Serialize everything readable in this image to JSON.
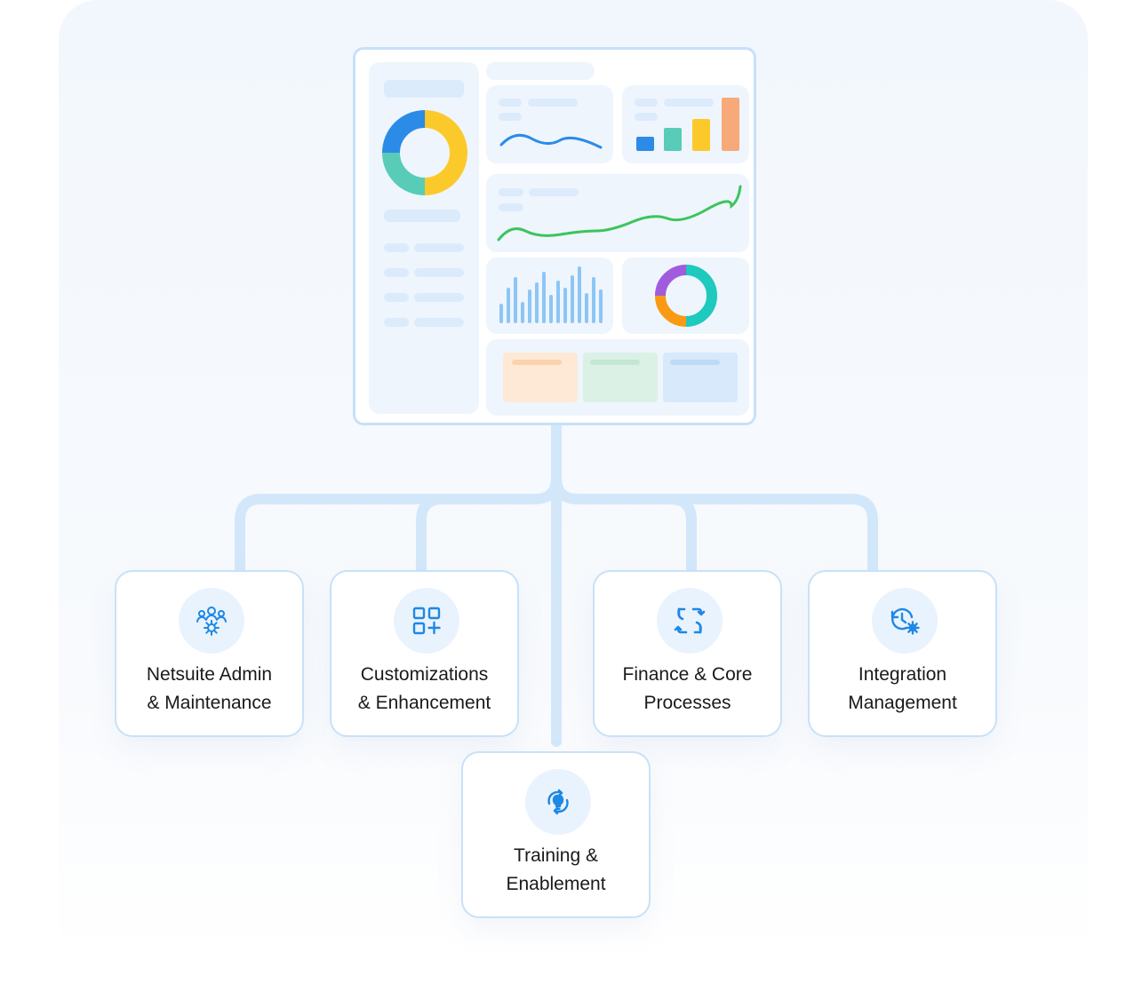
{
  "colors": {
    "accent": "#1e88e5",
    "connector": "#cfe5fb",
    "card_border": "#c9e1f8",
    "donut_blue": "#2b8be6",
    "donut_yellow": "#fcc92b",
    "donut_teal": "#58ccb7",
    "donut_purple": "#a05cdc",
    "donut_cyan": "#1ec9bd",
    "donut_orange": "#fa9a14",
    "line_blue": "#2b8be6",
    "line_green": "#3cc45c",
    "bar_light_blue": "#8cc6f5",
    "bar_orange": "#f7a97a"
  },
  "services": [
    {
      "line1": "Netsuite Admin",
      "line2": "& Maintenance",
      "icon": "team-gear-icon"
    },
    {
      "line1": "Customizations",
      "line2": "& Enhancement",
      "icon": "grid-plus-icon"
    },
    {
      "line1": "Finance & Core",
      "line2": "Processes",
      "icon": "sync-arrows-icon"
    },
    {
      "line1": "Integration",
      "line2": "Management",
      "icon": "history-gear-icon"
    },
    {
      "line1": "Training &",
      "line2": "Enablement",
      "icon": "lightbulb-refresh-icon"
    }
  ]
}
